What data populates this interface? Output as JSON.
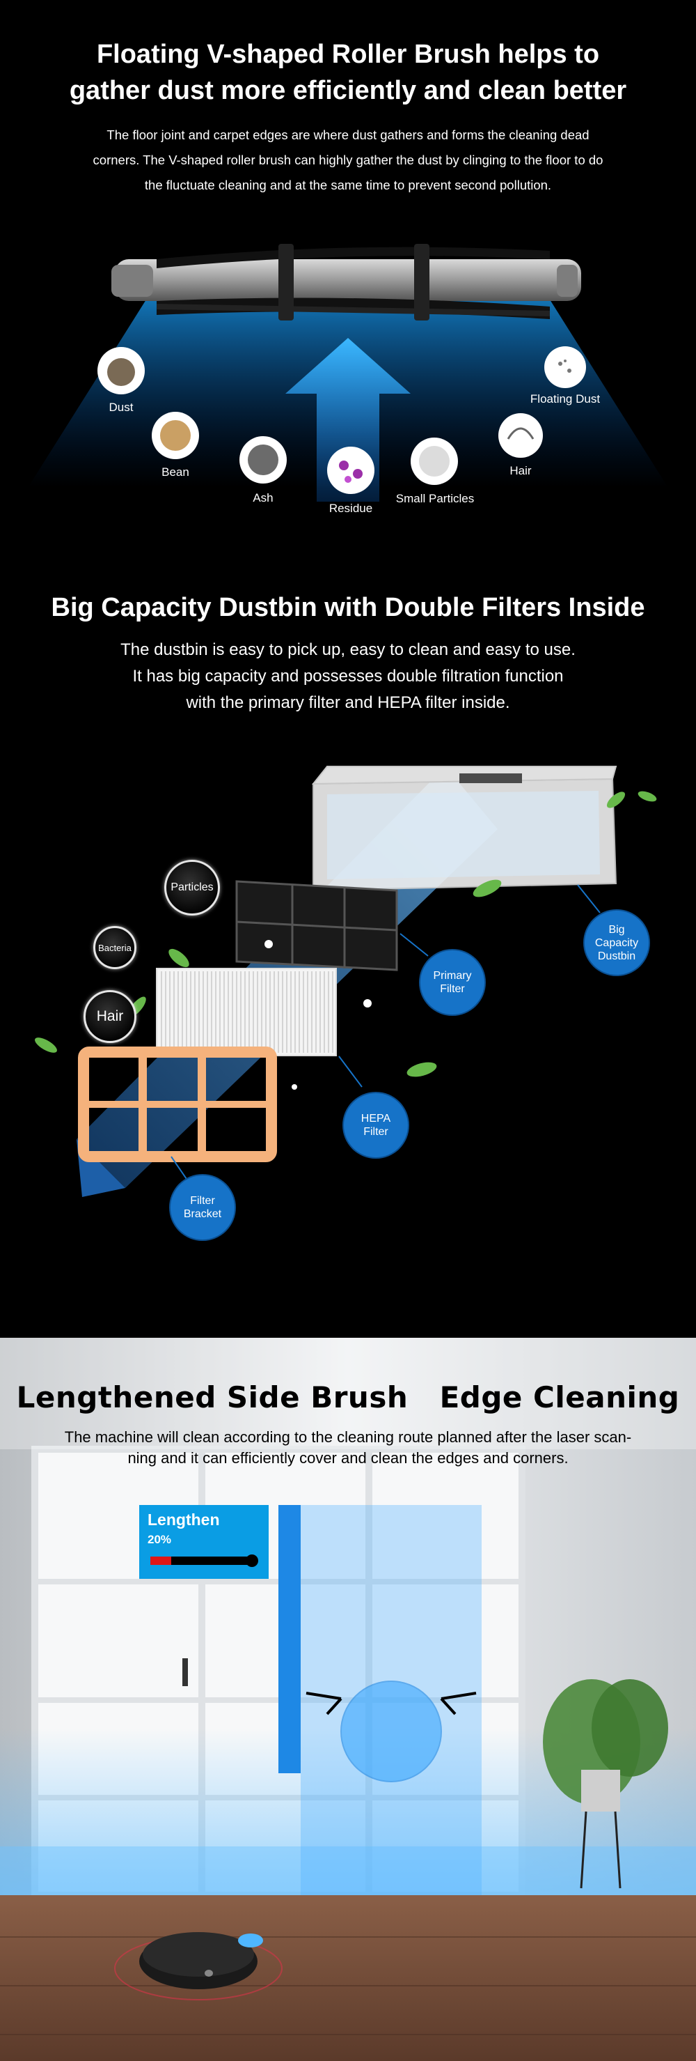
{
  "roller": {
    "title_line1": "Floating V-shaped Roller Brush helps to",
    "title_line2": "gather dust more efficiently and clean better",
    "desc_line1": "The floor joint and carpet edges are where dust gathers and forms the cleaning dead",
    "desc_line2": "corners. The V-shaped roller brush can highly gather the dust by clinging to the floor to do",
    "desc_line3": "the fluctuate cleaning and at the same time to prevent second pollution.",
    "items": [
      "Dust",
      "Bean",
      "Ash",
      "Residue",
      "Small Particles",
      "Hair",
      "Floating Dust"
    ]
  },
  "dustbin": {
    "title": "Big Capacity Dustbin with Double Filters Inside",
    "desc_line1": "The dustbin is easy to pick up, easy to clean and easy to use.",
    "desc_line2": "It has big capacity and possesses double filtration function",
    "desc_line3": "with the primary filter and HEPA filter inside.",
    "particles": [
      "Particles",
      "Bacteria",
      "Hair"
    ],
    "callouts": {
      "big_capacity": [
        "Big",
        "Capacity",
        "Dustbin"
      ],
      "primary": [
        "Primary",
        "Filter"
      ],
      "hepa": [
        "HEPA",
        "Filter"
      ],
      "bracket": [
        "Filter",
        "Bracket"
      ]
    }
  },
  "side_brush": {
    "title": "Lengthened Side Brush   Edge Cleaning",
    "desc_line1": "The machine will clean according to the cleaning route planned after the laser scan-",
    "desc_line2": "ning and it can efficiently cover and clean the edges and corners.",
    "badge_title": "Lengthen",
    "badge_value": "20%",
    "lengthen_fraction": 0.2
  },
  "colors": {
    "accent_blue": "#1673c8",
    "badge_blue": "#0a9de4",
    "red": "#e01616"
  }
}
